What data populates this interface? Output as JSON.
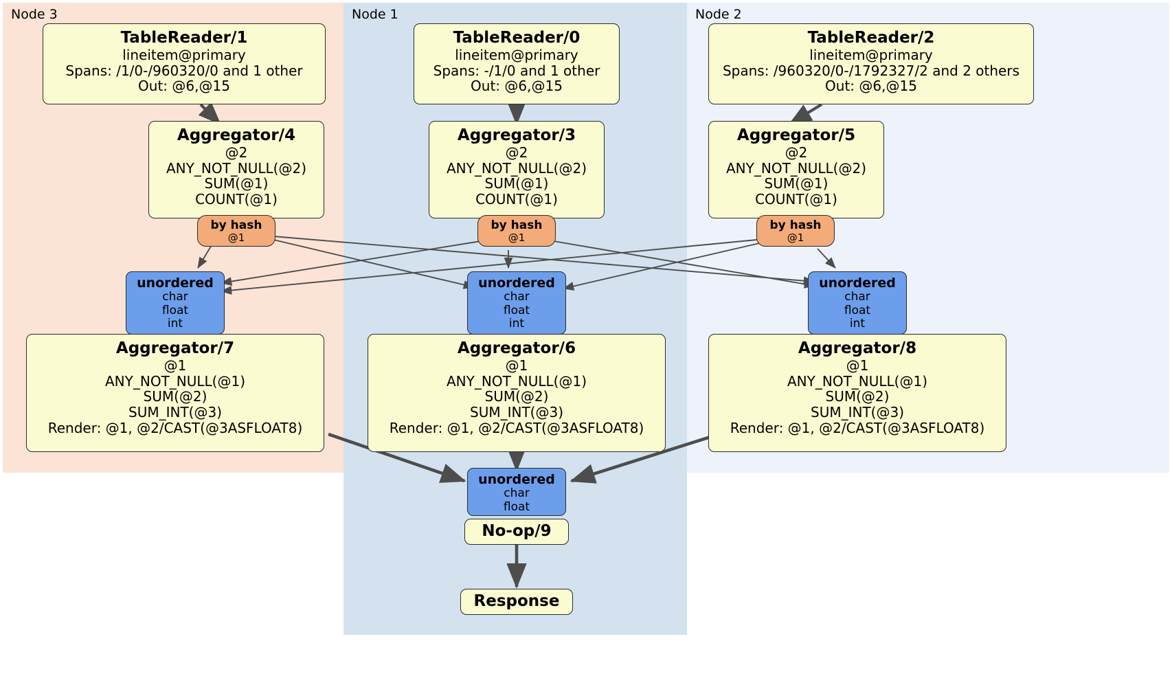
{
  "diagram": {
    "kind": "distributed-query-plan",
    "colors": {
      "node3_panel": "#fbe3d6",
      "node1_panel": "#d3e2ee",
      "node2_panel": "#edf2fb",
      "processor_fill": "#fbfbd2",
      "router_fill": "#f2ab79",
      "synchronizer_fill": "#6d9eeb",
      "border": "#2b2b2b",
      "edge": "#4d4d4d"
    }
  },
  "panels": [
    {
      "id": "node3",
      "label": "Node 3"
    },
    {
      "id": "node1",
      "label": "Node 1"
    },
    {
      "id": "node2",
      "label": "Node 2"
    }
  ],
  "nodes": {
    "table_reader_1": {
      "title": "TableReader/1",
      "lines": [
        "lineitem@primary",
        "Spans: /1/0-/960320/0 and 1 other",
        "Out: @6,@15"
      ]
    },
    "table_reader_0": {
      "title": "TableReader/0",
      "lines": [
        "lineitem@primary",
        "Spans: -/1/0 and 1 other",
        "Out: @6,@15"
      ]
    },
    "table_reader_2": {
      "title": "TableReader/2",
      "lines": [
        "lineitem@primary",
        "Spans: /960320/0-/1792327/2 and 2 others",
        "Out: @6,@15"
      ]
    },
    "aggregator_4": {
      "title": "Aggregator/4",
      "lines": [
        "@2",
        "ANY_NOT_NULL(@2)",
        "SUM(@1)",
        "COUNT(@1)"
      ]
    },
    "aggregator_3": {
      "title": "Aggregator/3",
      "lines": [
        "@2",
        "ANY_NOT_NULL(@2)",
        "SUM(@1)",
        "COUNT(@1)"
      ]
    },
    "aggregator_5": {
      "title": "Aggregator/5",
      "lines": [
        "@2",
        "ANY_NOT_NULL(@2)",
        "SUM(@1)",
        "COUNT(@1)"
      ]
    },
    "by_hash_4": {
      "title": "by hash",
      "lines": [
        "@1"
      ]
    },
    "by_hash_3": {
      "title": "by hash",
      "lines": [
        "@1"
      ]
    },
    "by_hash_5": {
      "title": "by hash",
      "lines": [
        "@1"
      ]
    },
    "unordered_7": {
      "title": "unordered",
      "lines": [
        "char",
        "float",
        "int"
      ]
    },
    "unordered_6": {
      "title": "unordered",
      "lines": [
        "char",
        "float",
        "int"
      ]
    },
    "unordered_8": {
      "title": "unordered",
      "lines": [
        "char",
        "float",
        "int"
      ]
    },
    "aggregator_7": {
      "title": "Aggregator/7",
      "lines": [
        "@1",
        "ANY_NOT_NULL(@1)",
        "SUM(@2)",
        "SUM_INT(@3)",
        "Render: @1, @2/CAST(@3ASFLOAT8)"
      ]
    },
    "aggregator_6": {
      "title": "Aggregator/6",
      "lines": [
        "@1",
        "ANY_NOT_NULL(@1)",
        "SUM(@2)",
        "SUM_INT(@3)",
        "Render: @1, @2/CAST(@3ASFLOAT8)"
      ]
    },
    "aggregator_8": {
      "title": "Aggregator/8",
      "lines": [
        "@1",
        "ANY_NOT_NULL(@1)",
        "SUM(@2)",
        "SUM_INT(@3)",
        "Render: @1, @2/CAST(@3ASFLOAT8)"
      ]
    },
    "unordered_final": {
      "title": "unordered",
      "lines": [
        "char",
        "float"
      ]
    },
    "noop_9": {
      "title": "No-op/9",
      "lines": []
    },
    "response": {
      "title": "Response",
      "lines": []
    }
  }
}
